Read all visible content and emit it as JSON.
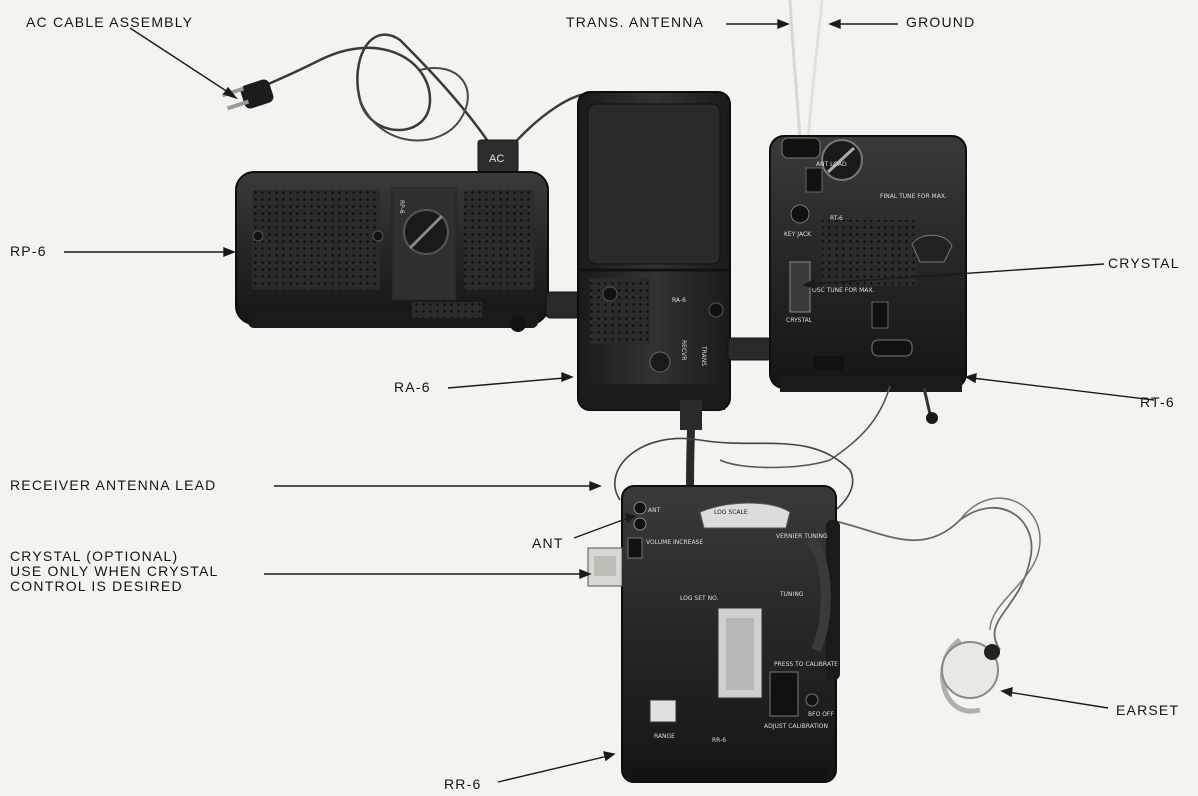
{
  "labels": {
    "ac_cable": "AC CABLE ASSEMBLY",
    "trans_antenna": "TRANS. ANTENNA",
    "ground": "GROUND",
    "rp6": "RP-6",
    "crystal": "CRYSTAL",
    "ra6": "RA-6",
    "rt6": "RT-6",
    "receiver_antenna_lead": "RECEIVER ANTENNA LEAD",
    "ant": "ANT",
    "crystal_optional": [
      "CRYSTAL (OPTIONAL)",
      "USE ONLY WHEN CRYSTAL",
      "CONTROL IS DESIRED"
    ],
    "earset": "EARSET",
    "rr6": "RR-6"
  },
  "unit_markings": {
    "rp6_name": "RP-6",
    "ra6_name": "RA-6",
    "ra6_recv": "RECVR",
    "ra6_trans": "TRANS",
    "ac_plug": "AC",
    "rt6_name": "RT-6",
    "rt6_crystal": "CRYSTAL",
    "rt6_final": "FINAL TUNE FOR MAX.",
    "rt6_osc": "OSC TUNE FOR MAX.",
    "rt6_key": "KEY JACK",
    "rt6_antload": "ANT LOAD",
    "rr6_name": "RR-6",
    "rr6_log": "LOG SCALE",
    "rr6_vernier": "VERNIER TUNING",
    "rr6_tuning": "TUNING",
    "rr6_logset": "LOG SET NO.",
    "rr6_range": "RANGE",
    "rr6_adjust": "ADJUST CALIBRATION",
    "rr6_press": "PRESS TO CALIBRATE",
    "rr6_bfo": "BFO OFF",
    "rr6_ant": "ANT",
    "rr6_volume": "VOLUME INCREASE"
  },
  "colors": {
    "background": "#f4f3ef",
    "unit_body": "#262626",
    "unit_edge": "#0d0d0d",
    "label_text": "#151515"
  }
}
